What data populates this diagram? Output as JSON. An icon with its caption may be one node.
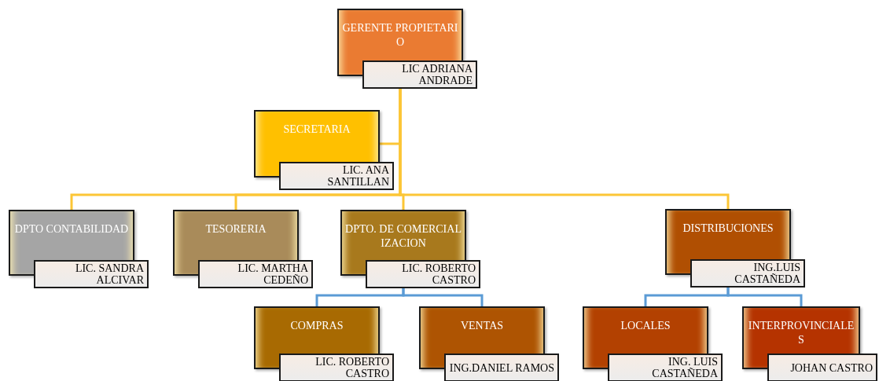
{
  "diagram": {
    "nodes": [
      {
        "text": [
          "GERENTE PROPIETARIO",
          "LIC ADRIANA ANDRADE"
        ]
      },
      {
        "text": [
          "SECRETARIA",
          "LIC. ANA SANTILLAN"
        ]
      },
      {
        "text": [
          "DPTO CONTABILIDAD",
          "LIC. SANDRA ALCIVAR"
        ]
      },
      {
        "text": [
          "TESORERIA",
          "LIC. MARTHA CEDEÑO"
        ]
      },
      {
        "text": [
          "DPTO. DE COMERCIALIZACION",
          "LIC. ROBERTO CASTRO"
        ]
      },
      {
        "text": [
          "DISTRIBUCIONES",
          "ING.LUIS CASTAÑEDA"
        ]
      },
      {
        "text": [
          "COMPRAS",
          "LIC. ROBERTO CASTRO"
        ]
      },
      {
        "text": [
          "VENTAS",
          "ING.DANIEL RAMOS"
        ]
      },
      {
        "text": [
          "LOCALES",
          "ING. LUIS CASTAÑEDA"
        ]
      },
      {
        "text": [
          "INTERPROVINCIALES",
          "JOHAN CASTRO"
        ]
      }
    ],
    "edges": [
      {
        "from": 0,
        "to": 1,
        "arrow": "none"
      },
      {
        "from": 0,
        "to": 2,
        "arrow": "none"
      },
      {
        "from": 0,
        "to": 3,
        "arrow": "none"
      },
      {
        "from": 0,
        "to": 4,
        "arrow": "none"
      },
      {
        "from": 0,
        "to": 5,
        "arrow": "none"
      },
      {
        "from": 4,
        "to": 6,
        "arrow": "none",
        "color": "#5b9bd5"
      },
      {
        "from": 4,
        "to": 7,
        "arrow": "none",
        "color": "#5b9bd5"
      },
      {
        "from": 5,
        "to": 8,
        "arrow": "none",
        "color": "#5b9bd5"
      },
      {
        "from": 5,
        "to": 9,
        "arrow": "none",
        "color": "#5b9bd5"
      }
    ]
  }
}
